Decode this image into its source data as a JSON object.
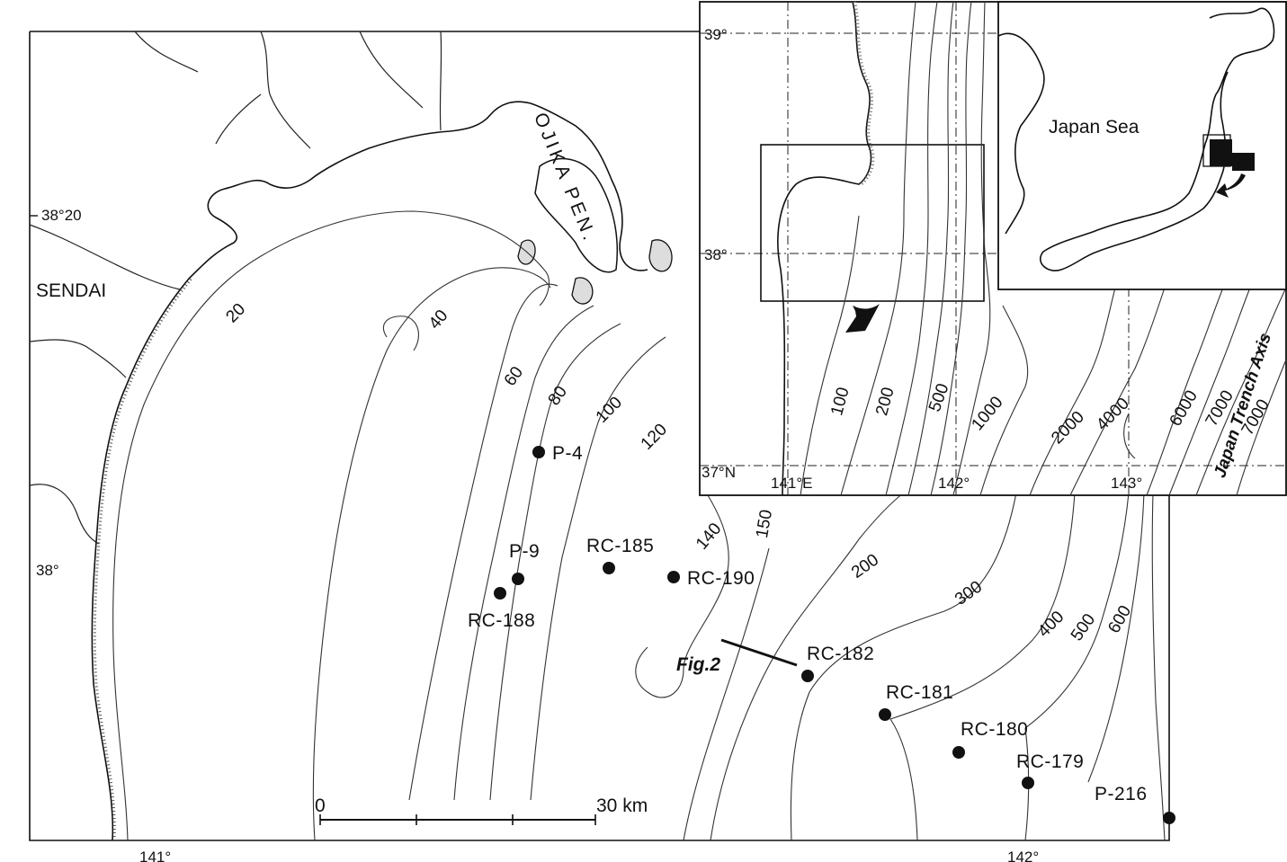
{
  "main_map": {
    "place_sendai": "SENDAI",
    "peninsula": "OJIKA PEN.",
    "lat_38_20": "38°20",
    "lat_38": "38°",
    "lon_141": "141°",
    "lon_142": "142°",
    "depth_contours": [
      "20",
      "40",
      "60",
      "80",
      "100",
      "120",
      "140",
      "150",
      "200",
      "300",
      "400",
      "500",
      "600"
    ],
    "scale_start": "0",
    "scale_end": "30 km",
    "section_label": "Fig.2",
    "stations": [
      {
        "label": "P-4"
      },
      {
        "label": "P-9"
      },
      {
        "label": "RC-185"
      },
      {
        "label": "RC-190"
      },
      {
        "label": "RC-188"
      },
      {
        "label": "RC-182"
      },
      {
        "label": "RC-181"
      },
      {
        "label": "RC-180"
      },
      {
        "label": "RC-179"
      },
      {
        "label": "P-216"
      }
    ]
  },
  "inset_regional": {
    "lat_39": "39°",
    "lat_38": "38°",
    "lat_37": "37°N",
    "lon_141": "141°E",
    "lon_142": "142°",
    "lon_143": "143°",
    "depth_contours": [
      "100",
      "200",
      "500",
      "1000",
      "2000",
      "4000",
      "6000",
      "7000",
      "7000"
    ],
    "trench_label": "Japan Trench Axis"
  },
  "inset_japan": {
    "sea_label": "Japan Sea"
  }
}
